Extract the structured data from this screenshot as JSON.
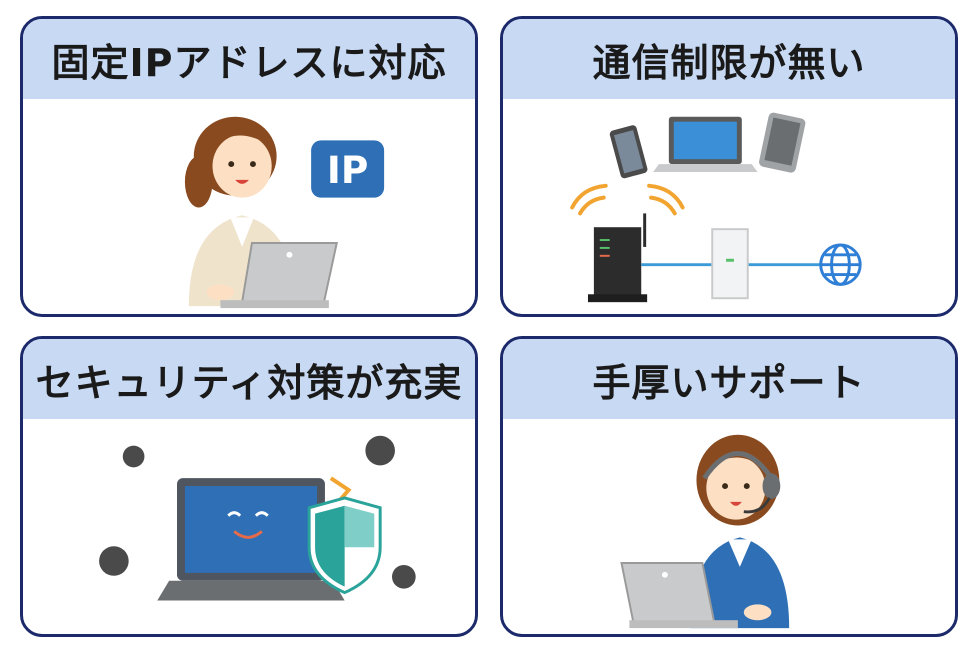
{
  "cards": [
    {
      "title": "固定IPアドレスに対応",
      "badge": "IP"
    },
    {
      "title": "通信制限が無い"
    },
    {
      "title": "セキュリティ対策が充実"
    },
    {
      "title": "手厚いサポート"
    }
  ],
  "colors": {
    "border": "#1c2a6b",
    "header_bg": "#c7d9f3",
    "ip_badge": "#2f6fb6",
    "shield": "#2aa39a",
    "signal": "#f2a431"
  },
  "icons": [
    "woman-at-laptop",
    "ip-badge-icon",
    "smartphone-icon",
    "laptop-icon",
    "tablet-icon",
    "router-icon",
    "wifi-signal-icon",
    "onu-device-icon",
    "globe-icon",
    "virus-icon",
    "shield-icon",
    "support-operator-headset"
  ]
}
